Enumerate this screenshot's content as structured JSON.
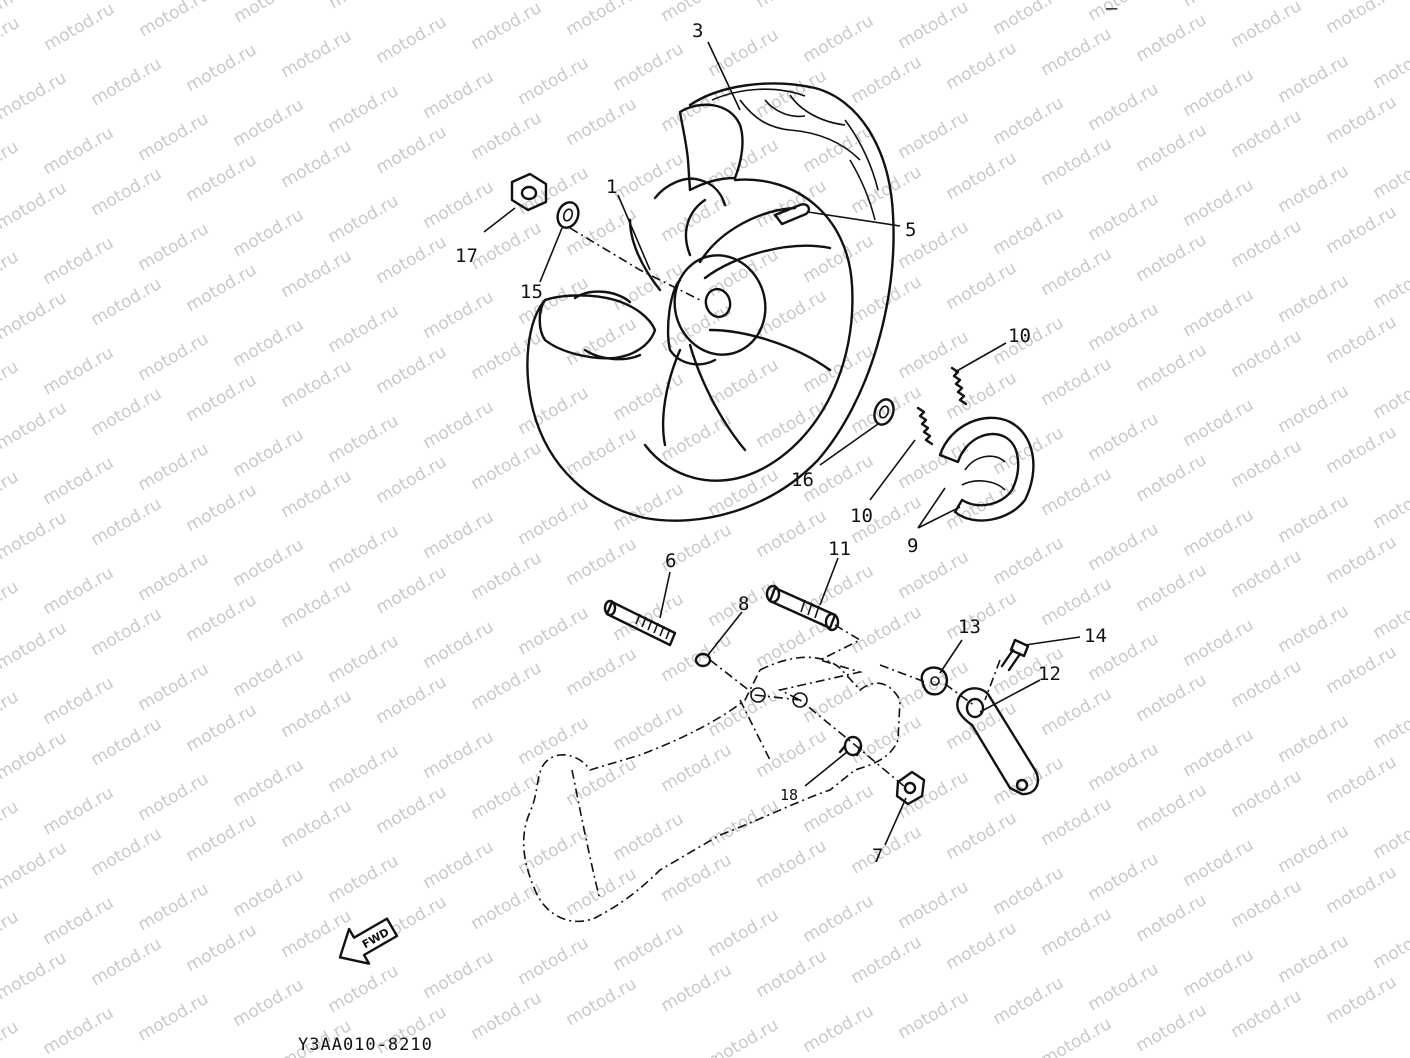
{
  "watermark": "motod.ru",
  "diagram_code": "Y3AA010-8210",
  "fwd_label": "FWD",
  "corner_mark": "–",
  "callouts": [
    {
      "id": "c3",
      "text": "3"
    },
    {
      "id": "c1",
      "text": "1"
    },
    {
      "id": "c5",
      "text": "5"
    },
    {
      "id": "c17",
      "text": "17"
    },
    {
      "id": "c15",
      "text": "15"
    },
    {
      "id": "c10a",
      "text": "10"
    },
    {
      "id": "c16",
      "text": "16"
    },
    {
      "id": "c10b",
      "text": "10"
    },
    {
      "id": "c9",
      "text": "9"
    },
    {
      "id": "c6",
      "text": "6"
    },
    {
      "id": "c11",
      "text": "11"
    },
    {
      "id": "c8",
      "text": "8"
    },
    {
      "id": "c13",
      "text": "13"
    },
    {
      "id": "c14",
      "text": "14"
    },
    {
      "id": "c12",
      "text": "12"
    },
    {
      "id": "c18",
      "text": "18"
    },
    {
      "id": "c7",
      "text": "7"
    }
  ]
}
